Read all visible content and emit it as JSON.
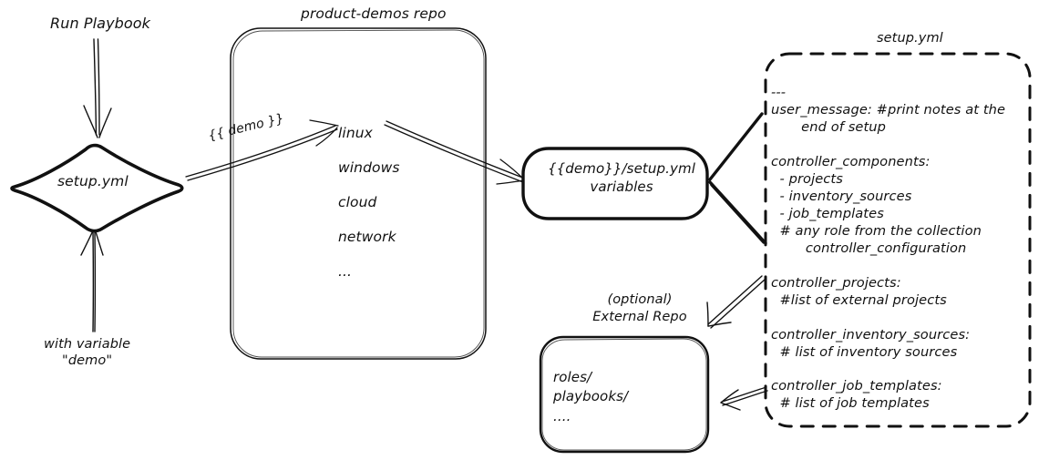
{
  "diagram": {
    "title": "Ansible product-demos setup.yml flow",
    "style": "hand-drawn whiteboard sketch, black ink on white",
    "nodes": {
      "run_playbook": {
        "label": "Run Playbook"
      },
      "with_variable": {
        "label": "with variable\n\"demo\""
      },
      "setup_yml_diamond": {
        "label": "setup.yml"
      },
      "repo_box": {
        "title": "product-demos repo",
        "items": [
          "linux",
          "windows",
          "cloud",
          "network",
          "..."
        ]
      },
      "demo_edge": {
        "label": "{{ demo }}"
      },
      "vars_box": {
        "label": "{{demo}}/setup.yml\nvariables"
      },
      "external_repo": {
        "title": "(optional)\nExternal Repo",
        "items": [
          "roles/",
          "playbooks/",
          "...."
        ]
      },
      "setup_yml_panel": {
        "title": "setup.yml",
        "lines": [
          "---",
          "user_message: #print notes at the",
          "       end of setup",
          "",
          "controller_components:",
          "  - projects",
          "  - inventory_sources",
          "  - job_templates",
          "  # any role from the collection",
          "        controller_configuration",
          "",
          "controller_projects:",
          "  #list of external projects",
          "",
          "controller_inventory_sources:",
          "  # list of inventory sources",
          "",
          "controller_job_templates:",
          "  # list of job templates"
        ]
      }
    },
    "colors": {
      "ink": "#111111",
      "background": "#ffffff"
    }
  }
}
